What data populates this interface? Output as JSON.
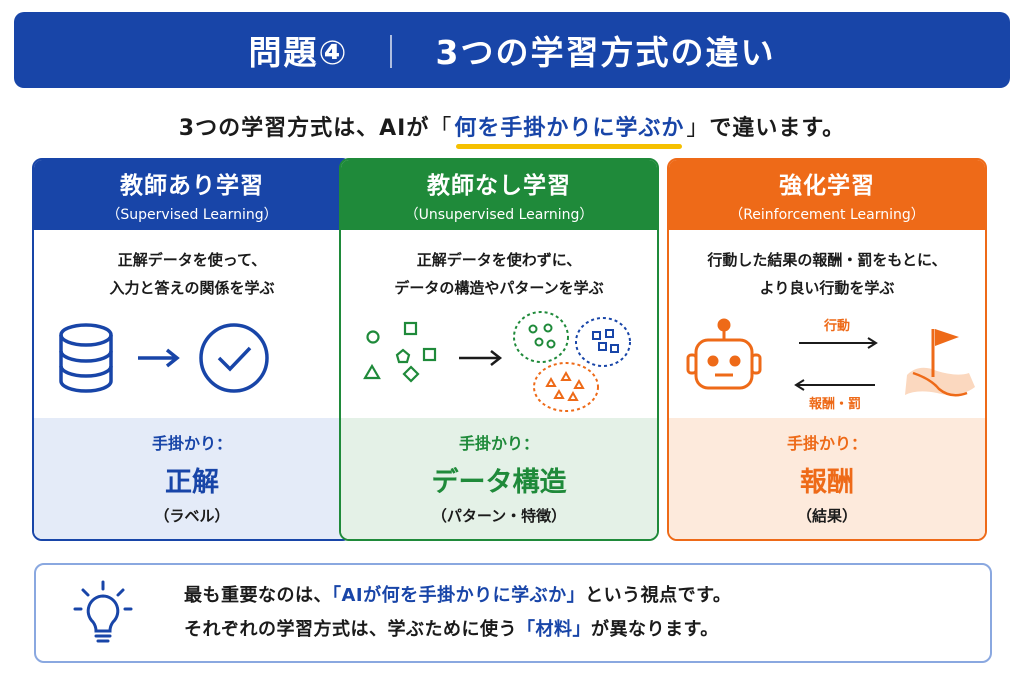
{
  "header": {
    "problem": "問題④",
    "separator": "｜",
    "title": "3つの学習方式の違い"
  },
  "subtitle": {
    "before": "3つの学習方式は、AIが",
    "open_bracket": "「",
    "highlight": "何を手掛かりに学ぶか",
    "close_bracket": "」",
    "after": "で違います。"
  },
  "cards": [
    {
      "title": "教師あり学習",
      "english": "（Supervised Learning）",
      "desc_line1": "正解データを使って、",
      "desc_line2": "入力と答えの関係を学ぶ",
      "clue_label": "手掛かり：",
      "clue_value": "正解",
      "clue_sub": "（ラベル）",
      "color": "#1845a8",
      "icons": [
        "database-icon",
        "arrow-right-icon",
        "check-circle-icon"
      ]
    },
    {
      "title": "教師なし学習",
      "english": "（Unsupervised Learning）",
      "desc_line1": "正解データを使わずに、",
      "desc_line2": "データの構造やパターンを学ぶ",
      "clue_label": "手掛かり：",
      "clue_value": "データ構造",
      "clue_sub": "（パターン・特徴）",
      "color": "#1f8a3a",
      "icons": [
        "scattered-shapes-icon",
        "arrow-right-icon",
        "clusters-icon"
      ]
    },
    {
      "title": "強化学習",
      "english": "（Reinforcement Learning）",
      "desc_line1": "行動した結果の報酬・罰をもとに、",
      "desc_line2": "より良い行動を学ぶ",
      "clue_label": "手掛かり：",
      "clue_value": "報酬",
      "clue_sub": "（結果）",
      "color": "#ee6a18",
      "action_label": "行動",
      "feedback_label": "報酬・罰",
      "icons": [
        "robot-icon",
        "goal-flag-icon"
      ]
    }
  ],
  "note": {
    "line1_before": "最も重要なのは、",
    "line1_highlight": "「AIが何を手掛かりに学ぶか」",
    "line1_after": "という視点です。",
    "line2_before": "それぞれの学習方式は、学ぶために使う",
    "line2_highlight": "「材料」",
    "line2_after": "が異なります。",
    "icon": "lightbulb-icon"
  }
}
